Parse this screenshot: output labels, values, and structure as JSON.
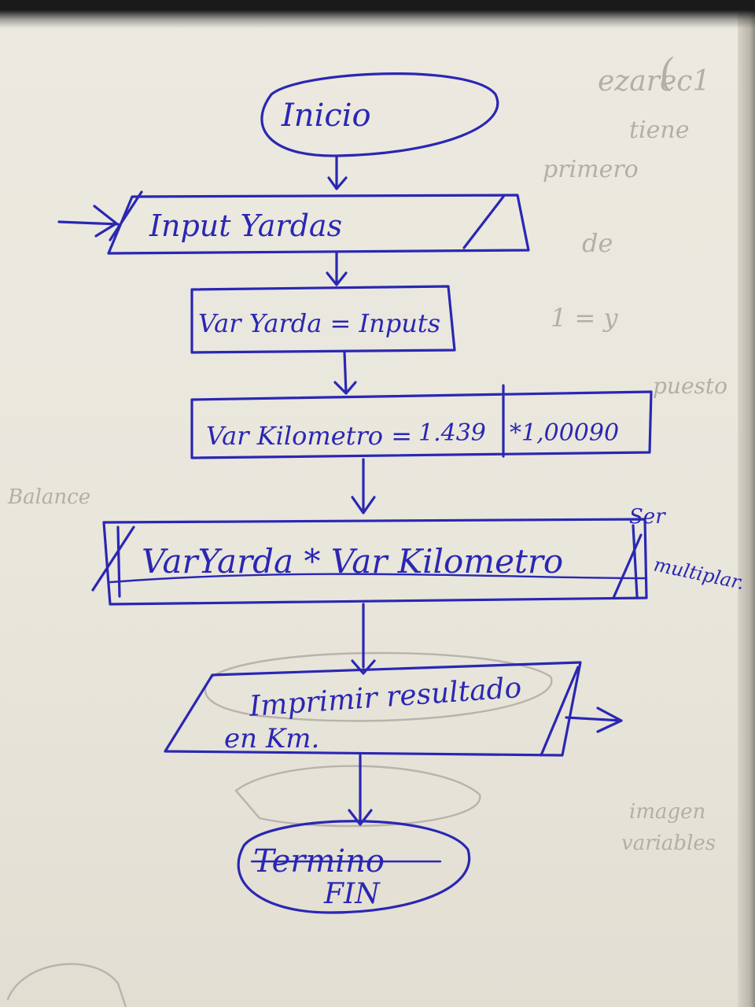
{
  "flowchart": {
    "start": {
      "label": "Inicio"
    },
    "input": {
      "label": "Input  Yardas"
    },
    "assign_yarda": {
      "label": "Var Yarda = Inputs"
    },
    "assign_km": {
      "label": "Var Kilometro = ",
      "value_a": "1.439",
      "value_b": "*1,00090"
    },
    "multiply": {
      "label": "VarYarda  *  Var Kilometro",
      "side_note_1": "Ser",
      "side_note_2": "multiplar."
    },
    "output": {
      "label_line1": "Imprimir  resultado",
      "label_line2": "en  Km."
    },
    "end": {
      "label_struck": "Termino",
      "label": "FIN"
    }
  },
  "colors": {
    "ink": "#2a27b3",
    "paper": "#ece9e0"
  }
}
